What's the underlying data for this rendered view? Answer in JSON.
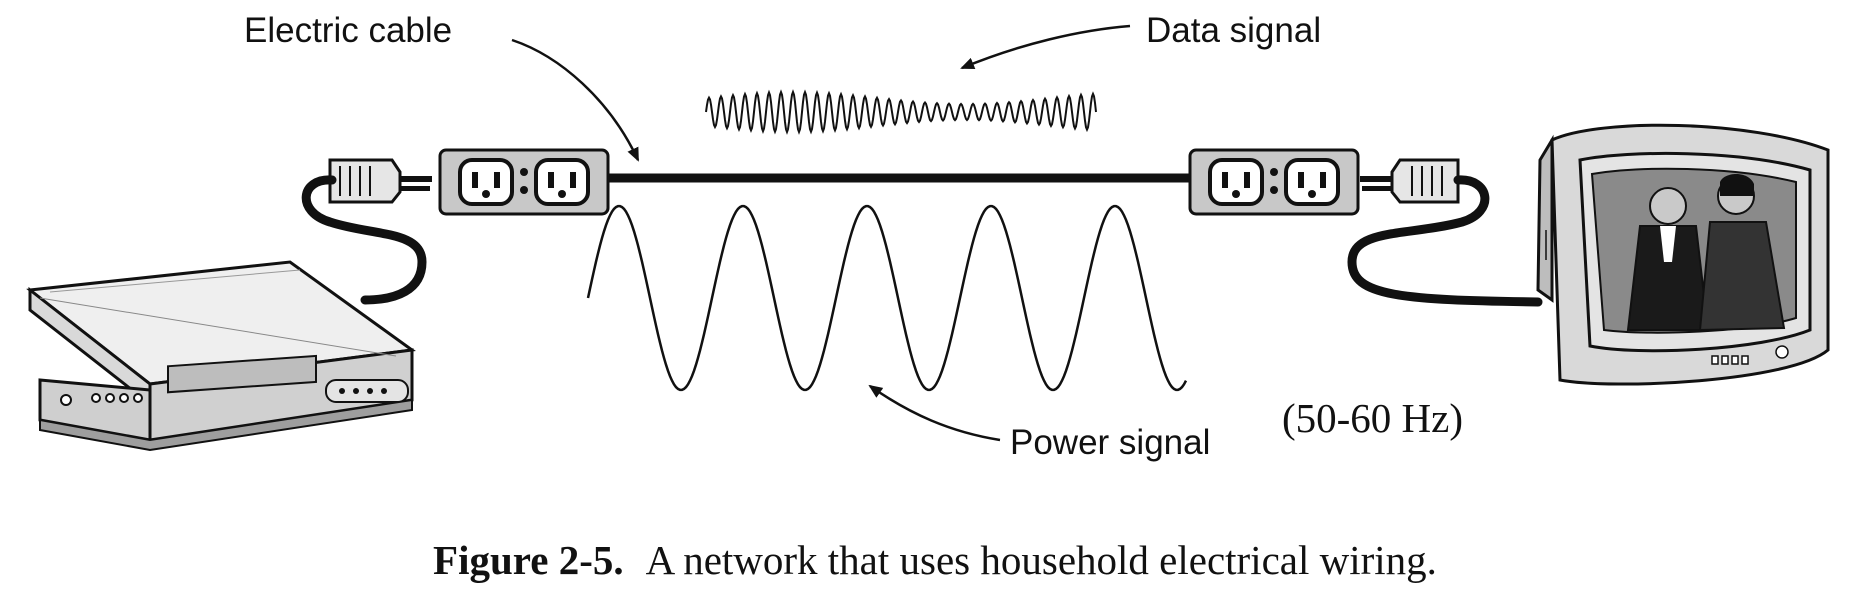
{
  "labels": {
    "electric_cable": "Electric cable",
    "data_signal": "Data signal",
    "power_signal": "Power signal",
    "frequency": "(50-60 Hz)"
  },
  "caption": {
    "figure": "Figure 2-5.",
    "text": "A network that uses household electrical wiring."
  },
  "colors": {
    "ink": "#111111",
    "outlet_fill": "#c8c8c8",
    "device_fill": "#d9d9d9"
  },
  "icons": [
    "electrical-outlet-icon",
    "plug-icon",
    "set-top-box-icon",
    "television-icon"
  ]
}
